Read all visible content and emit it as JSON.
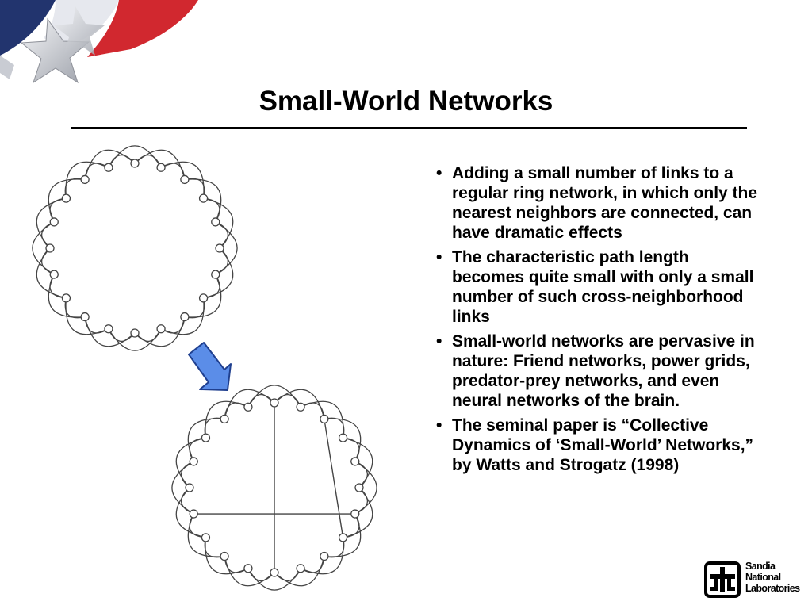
{
  "title": "Small-World Networks",
  "bullets": [
    "Adding a small number of links to a regular ring network, in which only the nearest neighbors are connected, can have dramatic effects",
    "The characteristic path length becomes quite small with only a small number of such cross-neighborhood links",
    "Small-world networks are pervasive in nature:  Friend networks, power grids, predator-prey networks, and even neural networks of the brain.",
    "The seminal paper is “Collective Dynamics of ‘Small-World’ Networks,” by Watts and Strogatz (1998)"
  ],
  "bullet_glyph": "•",
  "diagram": {
    "regular_ring": {
      "node_count": 20,
      "neighbor_span": 2,
      "shortcuts": []
    },
    "small_world_ring": {
      "node_count": 20,
      "neighbor_span": 2,
      "shortcuts": [
        [
          0,
          10
        ],
        [
          2,
          7
        ],
        [
          6,
          14
        ]
      ]
    },
    "arrow": {
      "direction": "down-right",
      "color": "#5b8de8"
    }
  },
  "logo": {
    "lines": [
      "Sandia",
      "National",
      "Laboratories"
    ],
    "icon": "sandia-thunderbird-icon"
  },
  "colors": {
    "ring_stroke": "#444444",
    "node_fill": "#ffffff",
    "flag_red": "#d1282f",
    "flag_blue": "#22346e",
    "star_gray": "#b8bcc4"
  }
}
